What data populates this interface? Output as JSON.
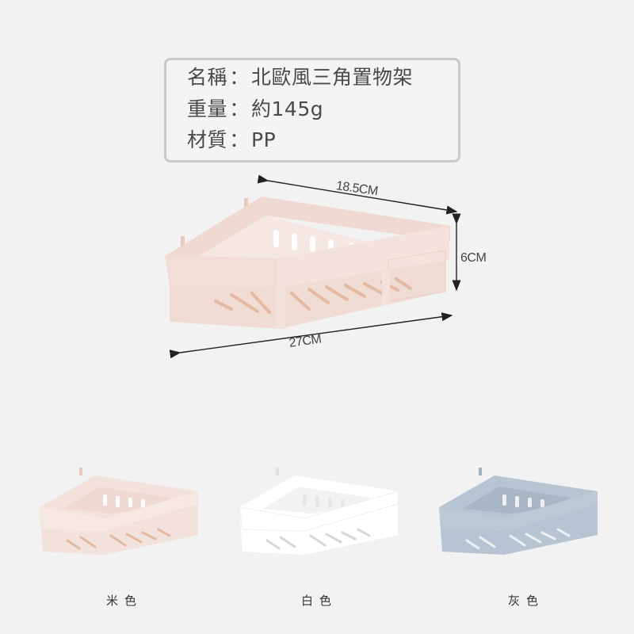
{
  "info_box": {
    "rows": [
      {
        "key": "名稱",
        "sep": "：",
        "value": "北歐風三角置物架"
      },
      {
        "key": "重量",
        "sep": "：",
        "value": "約145g"
      },
      {
        "key": "材質",
        "sep": "：",
        "value": "PP"
      }
    ]
  },
  "dimensions": {
    "top_width": "18.5CM",
    "height": "6CM",
    "bottom_width": "27CM"
  },
  "variants": [
    {
      "label": "米色",
      "color": "#f3e2dc",
      "shadow": "#e7c9bd",
      "slot": "#e2b9a3"
    },
    {
      "label": "白色",
      "color": "#ffffff",
      "shadow": "#ececec",
      "slot": "#dcdcdc"
    },
    {
      "label": "灰色",
      "color": "#b7c4d1",
      "shadow": "#a3b2c1",
      "slot": "#8999aa"
    }
  ],
  "colors": {
    "background": "#f2f2f2",
    "info_border": "#c9c9c9",
    "text": "#4a4a4a",
    "arrow": "#222222"
  }
}
